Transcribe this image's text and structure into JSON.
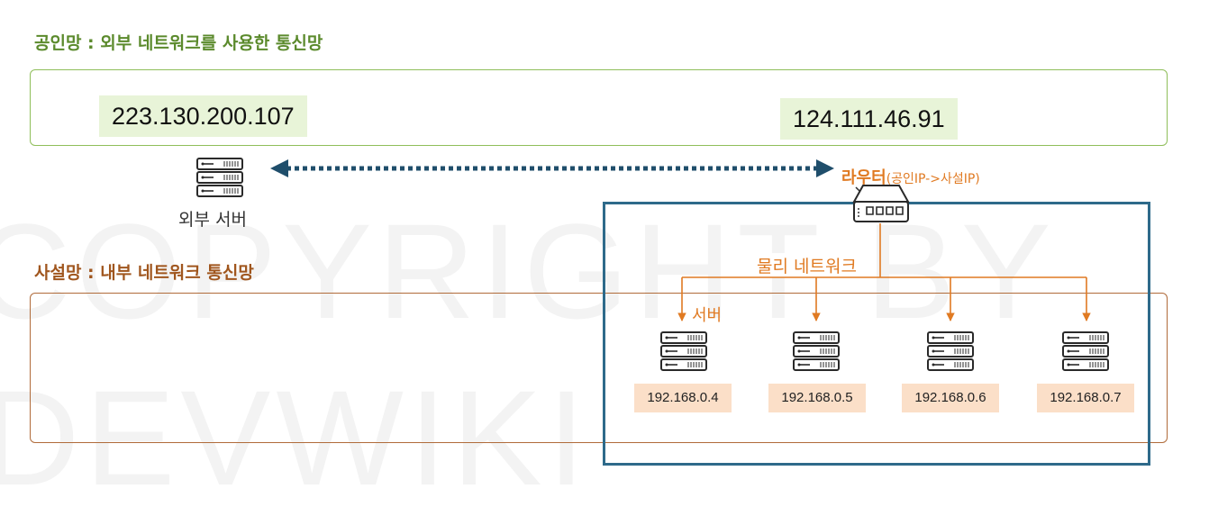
{
  "watermark": {
    "line1": "COPYRIGHT BY",
    "line2": "DEVWIKI"
  },
  "public_network": {
    "heading": "공인망 : 외부 네트워크를 사용한 통신망",
    "external_ip": "223.130.200.107",
    "router_public_ip": "124.111.46.91"
  },
  "external_server": {
    "label": "외부 서버"
  },
  "router": {
    "label": "라우터",
    "note": "(공인IP->사설IP)"
  },
  "private_network": {
    "heading": "사설망 : 내부 네트워크 통신망",
    "physical_network_label": "물리 네트워크",
    "server_label": "서버",
    "servers": [
      {
        "ip": "192.168.0.4"
      },
      {
        "ip": "192.168.0.5"
      },
      {
        "ip": "192.168.0.6"
      },
      {
        "ip": "192.168.0.7"
      }
    ]
  },
  "colors": {
    "public_green": "#8fbe5a",
    "private_brown": "#b06b3a",
    "lan_blue": "#2e6a8a",
    "accent_orange": "#e07a22",
    "link_navy": "#1f4e6b"
  }
}
